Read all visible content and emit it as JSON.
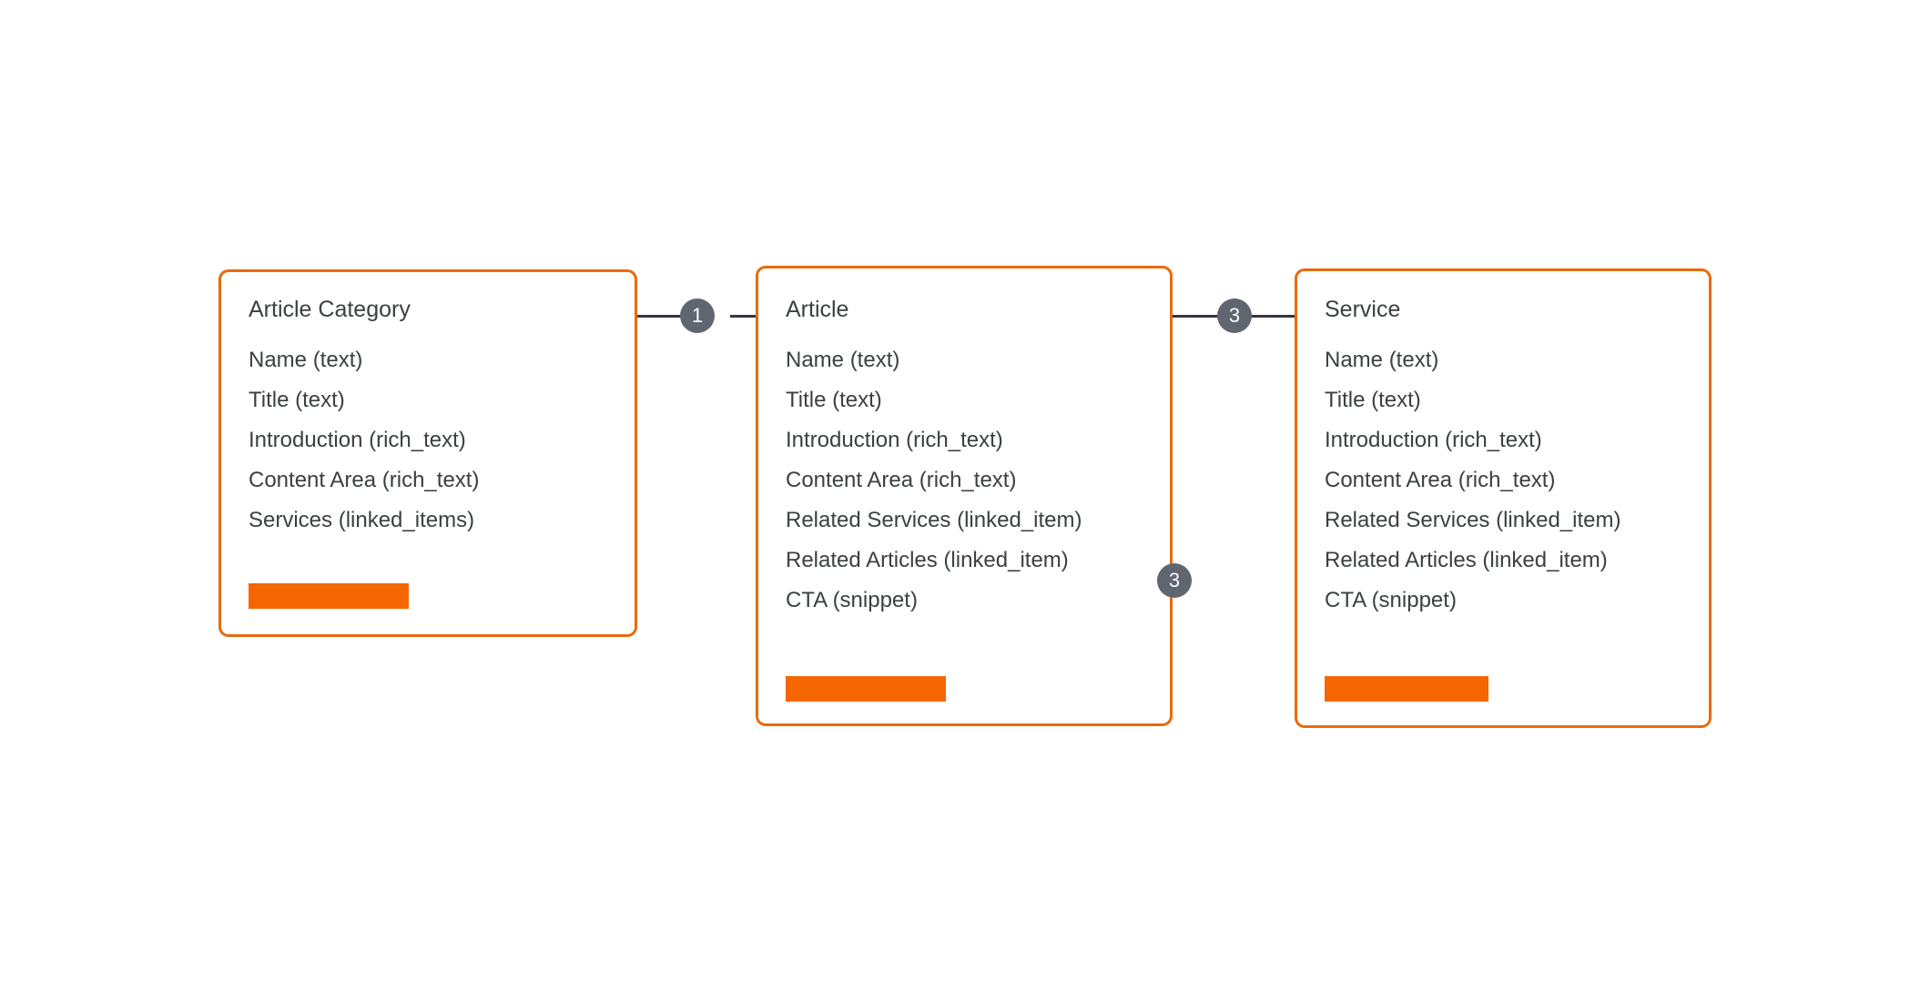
{
  "diagram": {
    "type": "entity-relationship",
    "background_color": "#ffffff",
    "accent_color": "#f56600",
    "border_color": "#ea6a0d",
    "badge_color": "#5f6670",
    "text_color": "#3c4043",
    "connector_color": "#33373d"
  },
  "entities": [
    {
      "id": "article-category",
      "title": "Article Category",
      "fields": [
        "Name (text)",
        "Title (text)",
        "Introduction (rich_text)",
        "Content Area (rich_text)",
        "Services (linked_items)"
      ],
      "bar_label": ""
    },
    {
      "id": "article",
      "title": "Article",
      "fields": [
        "Name (text)",
        "Title (text)",
        "Introduction (rich_text)",
        "Content Area (rich_text)",
        "Related Services (linked_item)",
        "Related Articles (linked_item)",
        "CTA (snippet)"
      ],
      "bar_label": ""
    },
    {
      "id": "service",
      "title": "Service",
      "fields": [
        "Name (text)",
        "Title (text)",
        "Introduction (rich_text)",
        "Content Area (rich_text)",
        "Related Services (linked_item)",
        "Related Articles (linked_item)",
        "CTA (snippet)"
      ],
      "bar_label": ""
    }
  ],
  "relationships": [
    {
      "id": "category-to-article",
      "badge": "1",
      "from": "article-category",
      "to": "article"
    },
    {
      "id": "article-to-service",
      "badge": "3",
      "from": "article",
      "to": "service"
    },
    {
      "id": "article-self",
      "badge": "3",
      "from": "article",
      "to": "article"
    }
  ]
}
